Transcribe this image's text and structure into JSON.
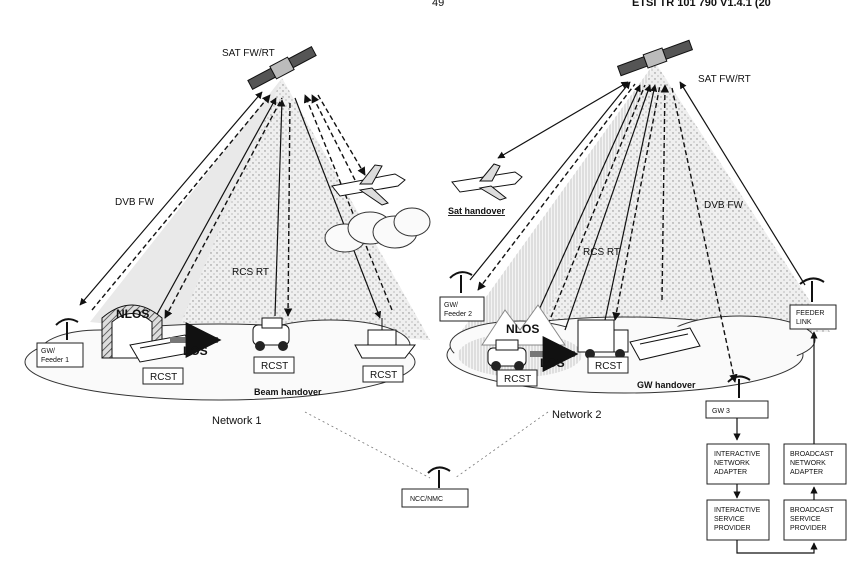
{
  "header": {
    "page_number": "49",
    "doc_ref": "ETSI TR 101 790 V1.4.1 (20"
  },
  "satellites": {
    "left": "SAT FW/RT",
    "right": "SAT FW/RT"
  },
  "links": {
    "dvb_fw_left": "DVB FW",
    "dvb_fw_right": "DVB FW",
    "rcs_rt_left": "RCS RT",
    "rcs_rt_right": "RCS RT"
  },
  "aircraft": {
    "sat_handover": "Sat handover"
  },
  "network1": {
    "name": "Network 1",
    "gw_line1": "GW/",
    "gw_line2": "Feeder 1",
    "nlos": "NLOS",
    "los": "LOS",
    "rcst_a": "RCST",
    "rcst_b": "RCST",
    "rcst_c": "RCST",
    "beam_handover": "Beam handover"
  },
  "network2": {
    "name": "Network 2",
    "gw_line1": "GW/",
    "gw_line2": "Feeder 2",
    "nlos": "NLOS",
    "los": "LOS",
    "rcst_a": "RCST",
    "rcst_b": "RCST",
    "gw_handover": "GW handover",
    "feeder_line1": "FEEDER",
    "feeder_line2": "LINK",
    "gw3": "GW 3"
  },
  "ncc": "NCC/NMC",
  "chain": {
    "ina": [
      "INTERACTIVE",
      "NETWORK",
      "ADAPTER"
    ],
    "bna": [
      "BROADCAST",
      "NETWORK",
      "ADAPTER"
    ],
    "isp": [
      "INTERACTIVE",
      "SERVICE",
      "PROVIDER"
    ],
    "bsp": [
      "BROADCAST",
      "SERVICE",
      "PROVIDER"
    ]
  }
}
